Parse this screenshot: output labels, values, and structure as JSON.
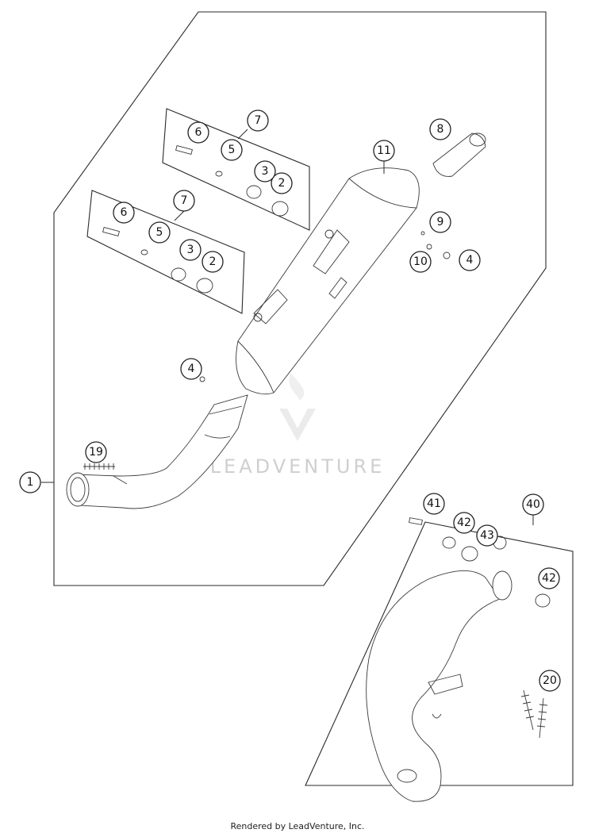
{
  "watermark": {
    "text": "LEADVENTURE"
  },
  "footer": {
    "text": "Rendered by LeadVenture, Inc."
  },
  "callouts": {
    "c1": "1",
    "c2a": "2",
    "c2b": "2",
    "c3a": "3",
    "c3b": "3",
    "c4a": "4",
    "c4b": "4",
    "c5a": "5",
    "c5b": "5",
    "c6a": "6",
    "c6b": "6",
    "c7a": "7",
    "c7b": "7",
    "c8": "8",
    "c9": "9",
    "c10": "10",
    "c11": "11",
    "c19": "19",
    "c20": "20",
    "c40": "40",
    "c41": "41",
    "c42a": "42",
    "c42b": "42",
    "c43": "43"
  }
}
